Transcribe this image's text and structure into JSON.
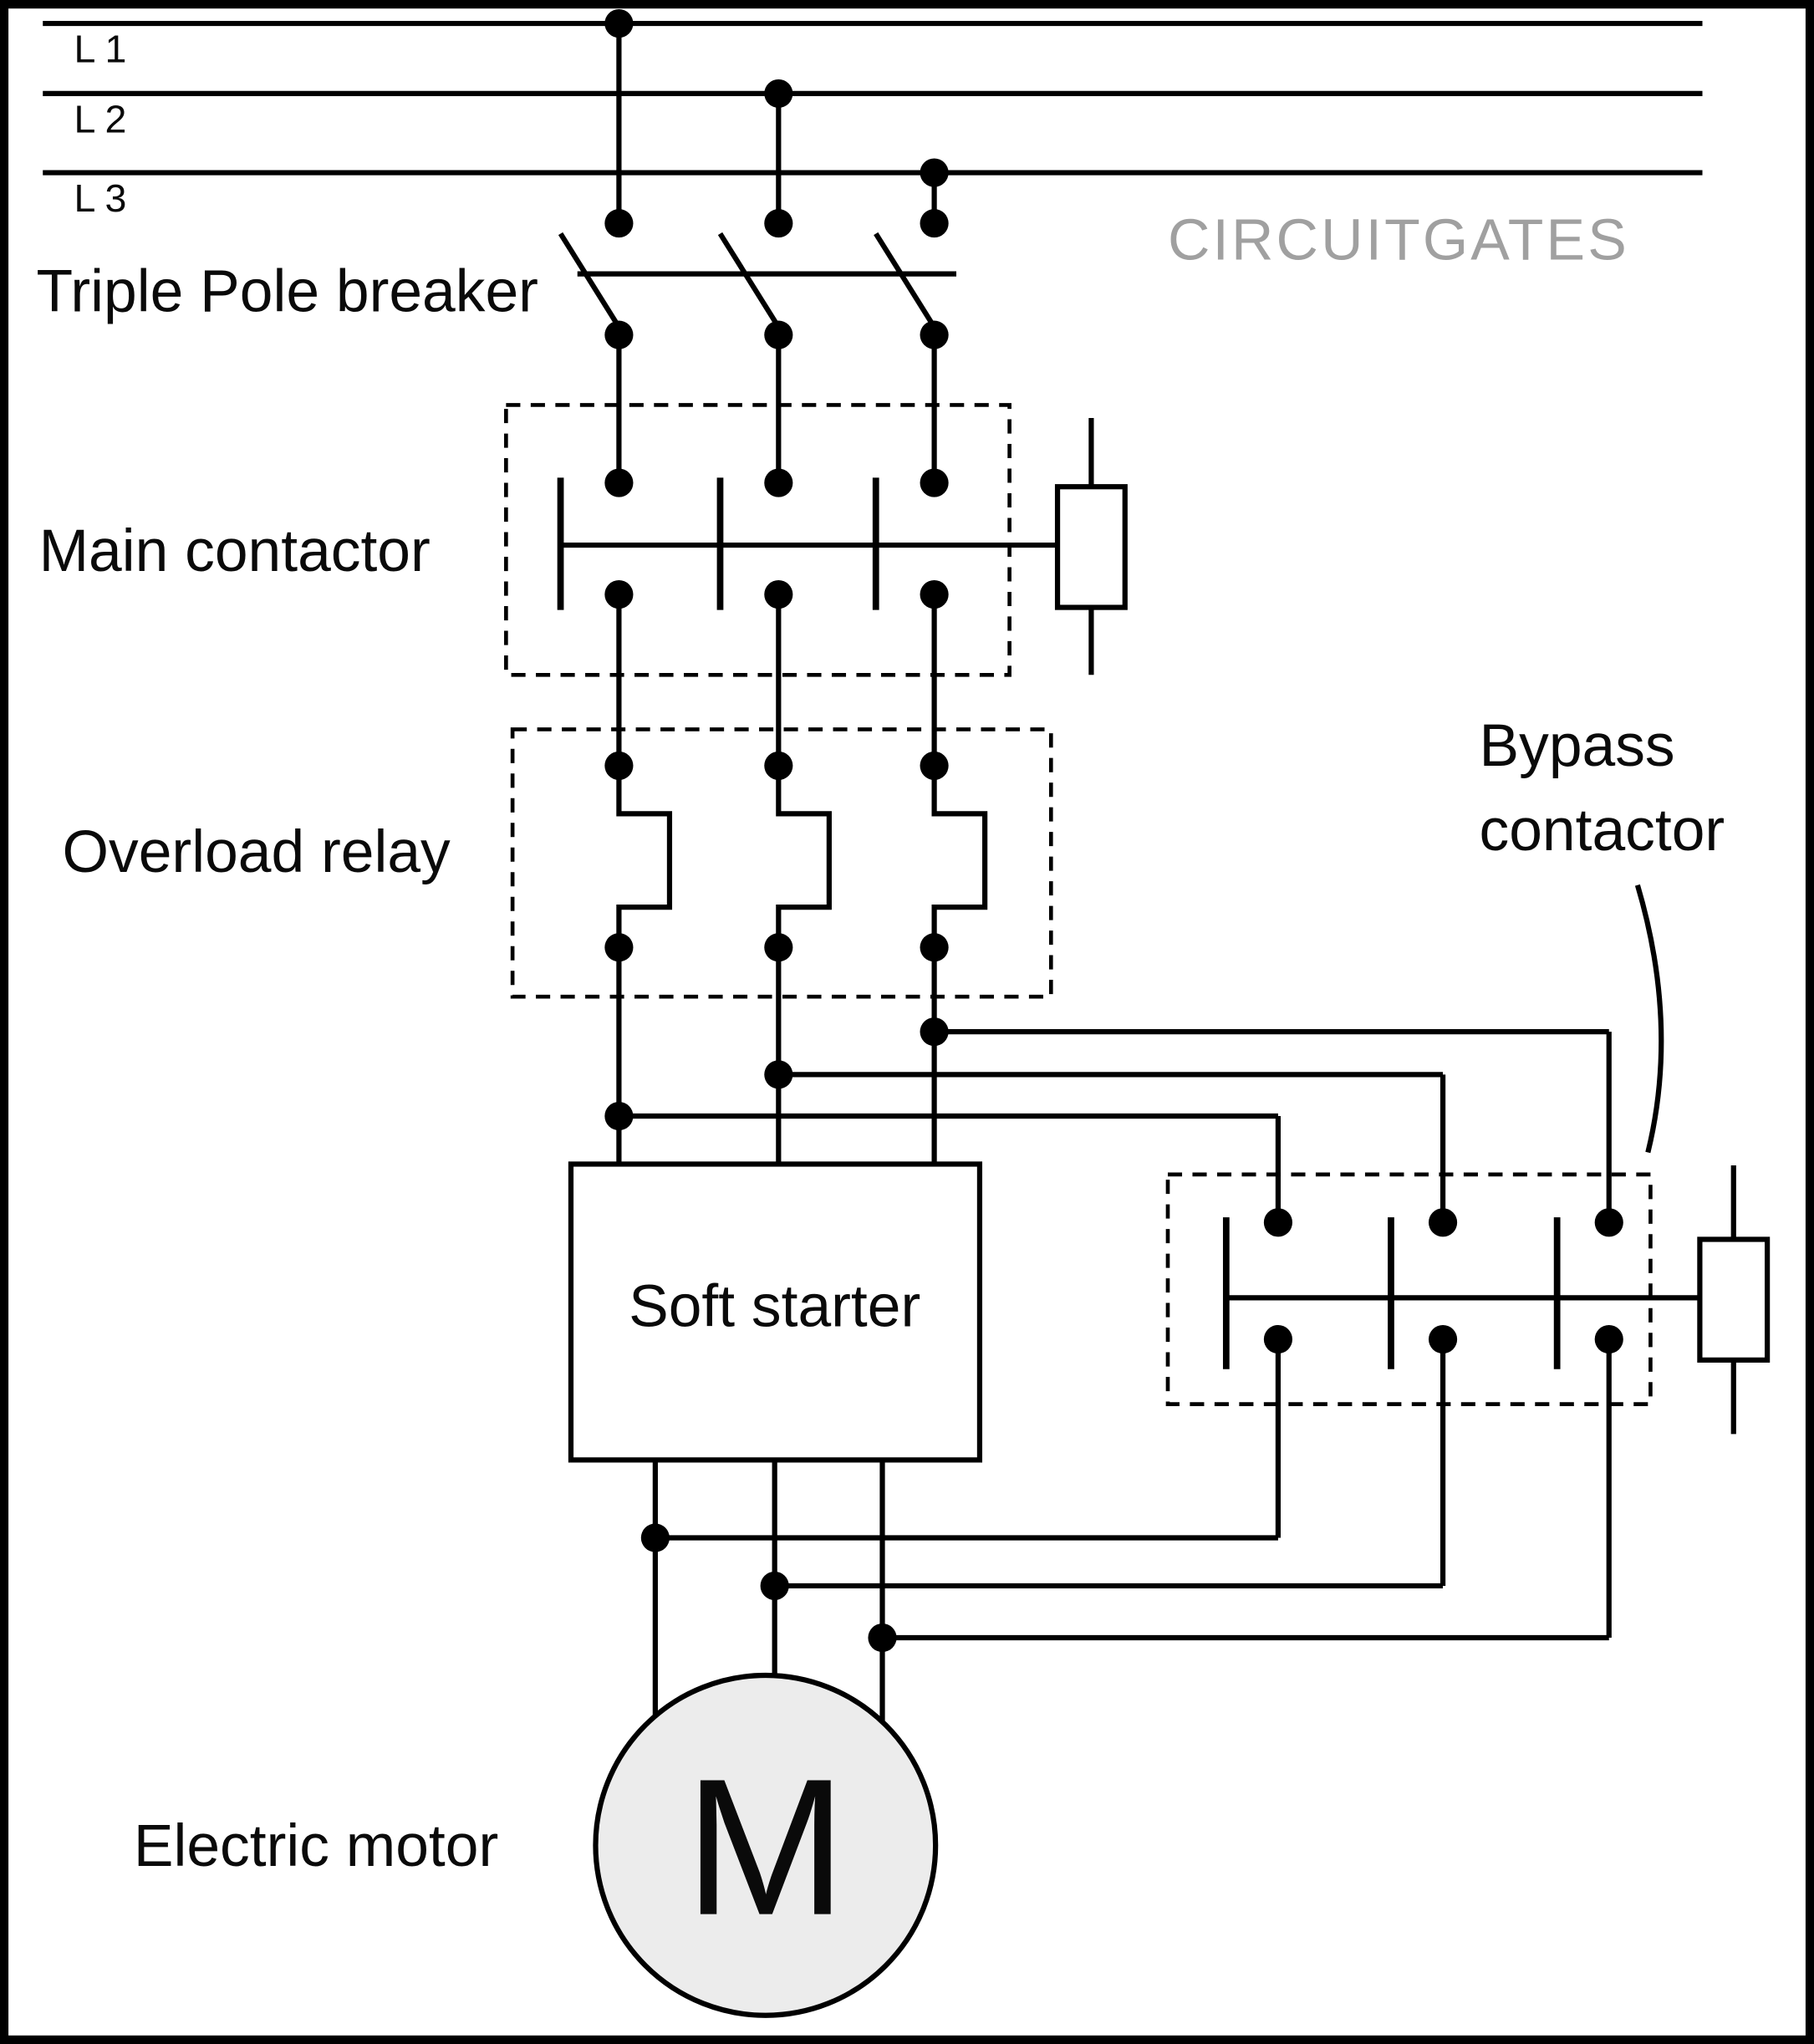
{
  "diagram": {
    "watermark": "CIRCUITGATES",
    "bus": {
      "l1": "L 1",
      "l2": "L 2",
      "l3": "L 3"
    },
    "labels": {
      "breaker": "Triple Pole breaker",
      "main_contactor": "Main contactor",
      "overload_relay": "Overload relay",
      "soft_starter": "Soft starter",
      "bypass_line1": "Bypass",
      "bypass_line2": "contactor",
      "electric_motor": "Electric motor",
      "motor_symbol": "M"
    },
    "colors": {
      "line": "#000000",
      "watermark": "#a0a0a0",
      "motor_fill": "#ececec",
      "background": "#ffffff"
    }
  }
}
